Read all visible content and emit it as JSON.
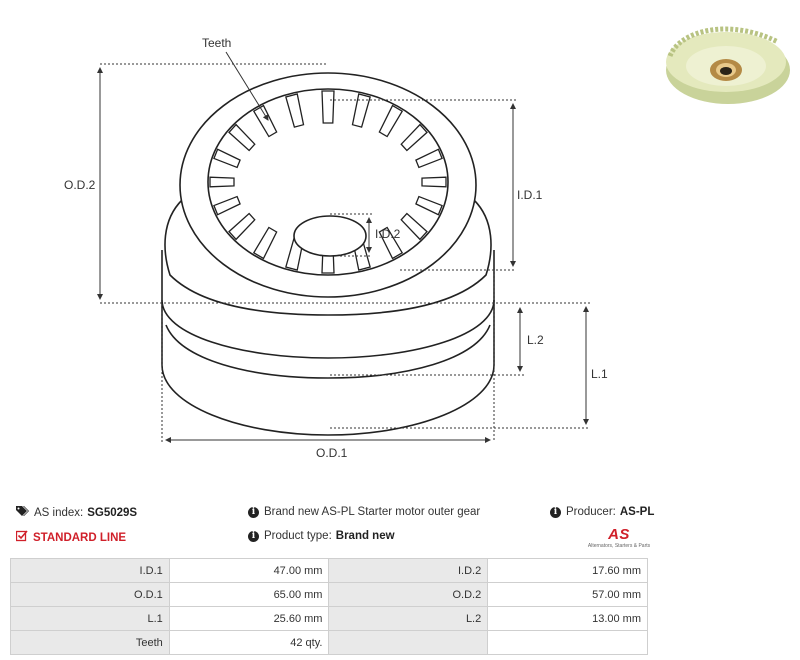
{
  "drawing": {
    "labels": {
      "teeth": "Teeth",
      "od2": "O.D.2",
      "id1": "I.D.1",
      "id2": "I.D.2",
      "l2": "L.2",
      "l1": "L.1",
      "od1": "O.D.1"
    }
  },
  "product": {
    "as_index_label": "AS index:",
    "as_index_value": "SG5029S",
    "description": "Brand new AS-PL Starter motor outer gear",
    "producer_label": "Producer:",
    "producer_value": "AS-PL",
    "line_label": "STANDARD LINE",
    "type_label": "Product type:",
    "type_value": "Brand new",
    "logo_text": "AS",
    "logo_tagline": "Alternators, Starters & Parts"
  },
  "colors": {
    "accent": "#d0202a",
    "label_bg": "#e9e9e9",
    "border": "#cfcfcf"
  },
  "specs": [
    [
      {
        "label": "I.D.1",
        "value": "47.00 mm"
      },
      {
        "label": "I.D.2",
        "value": "17.60 mm"
      }
    ],
    [
      {
        "label": "O.D.1",
        "value": "65.00 mm"
      },
      {
        "label": "O.D.2",
        "value": "57.00 mm"
      }
    ],
    [
      {
        "label": "L.1",
        "value": "25.60 mm"
      },
      {
        "label": "L.2",
        "value": "13.00 mm"
      }
    ],
    [
      {
        "label": "Teeth",
        "value": "42 qty."
      },
      {
        "label": "",
        "value": ""
      }
    ]
  ]
}
